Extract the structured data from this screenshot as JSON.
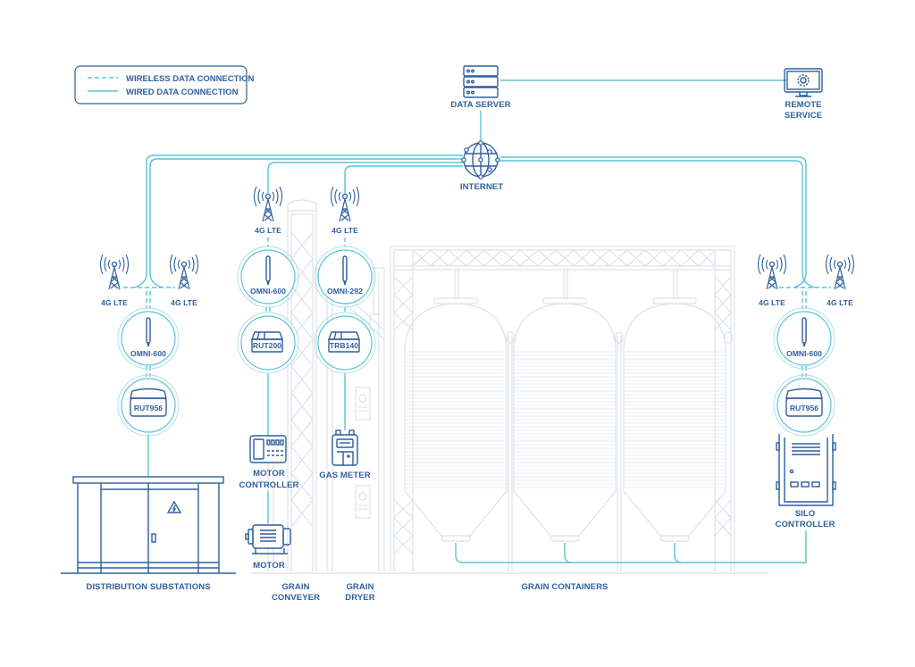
{
  "legend": {
    "wireless_label": "WIRELESS DATA CONNECTION",
    "wired_label": "WIRED DATA CONNECTION"
  },
  "colors": {
    "wire": "#5cc3d6",
    "icon": "#2e5f9e",
    "background_lines": "#dde1e8"
  },
  "nodes": {
    "data_server": {
      "label": "DATA SERVER",
      "icon": "server-rack-icon"
    },
    "remote_service": {
      "label_line1": "REMOTE",
      "label_line2": "SERVICE",
      "icon": "monitor-gear-icon"
    },
    "internet": {
      "label": "INTERNET",
      "icon": "globe-network-icon"
    }
  },
  "sites": {
    "substation": {
      "towers": [
        {
          "label": "4G LTE"
        },
        {
          "label": "4G LTE"
        }
      ],
      "antenna": {
        "label": "OMNI-600"
      },
      "router": {
        "label": "RUT956"
      },
      "equipment": {
        "label": "DISTRIBUTION SUBSTATIONS"
      }
    },
    "conveyer": {
      "tower": {
        "label": "4G LTE"
      },
      "antenna": {
        "label": "OMNI-600"
      },
      "router": {
        "label": "RUT200"
      },
      "controller": {
        "label_line1": "MOTOR",
        "label_line2": "CONTROLLER"
      },
      "motor": {
        "label": "MOTOR"
      },
      "equipment": {
        "label_line1": "GRAIN",
        "label_line2": "CONVEYER"
      }
    },
    "dryer": {
      "tower": {
        "label": "4G LTE"
      },
      "antenna": {
        "label": "OMNI-292"
      },
      "router": {
        "label": "TRB140"
      },
      "meter": {
        "label": "GAS METER"
      },
      "equipment": {
        "label_line1": "GRAIN",
        "label_line2": "DRYER"
      }
    },
    "containers": {
      "equipment": {
        "label": "GRAIN CONTAINERS"
      }
    },
    "silo": {
      "towers": [
        {
          "label": "4G LTE"
        },
        {
          "label": "4G LTE"
        }
      ],
      "antenna": {
        "label": "OMNI-600"
      },
      "router": {
        "label": "RUT956"
      },
      "controller": {
        "label_line1": "SILO",
        "label_line2": "CONTROLLER"
      }
    }
  }
}
